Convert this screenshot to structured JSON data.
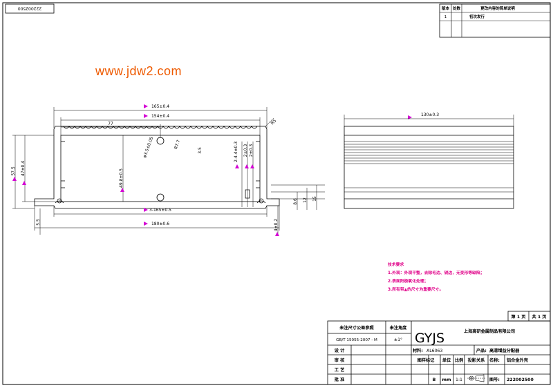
{
  "corner_drawing_no": "222002500",
  "watermark_url": "www.jdw2.com",
  "revision_table": {
    "headers": [
      "版本",
      "处数",
      "更改内容的简单说明"
    ],
    "rows": [
      [
        "1",
        "",
        "初次发行"
      ]
    ]
  },
  "dimensions": {
    "overall_top_width": "165±0.4",
    "inner_width": "154±0.4",
    "half_width": "77",
    "side_width": "130±0.3",
    "overall_bottom_width": "180±0.6",
    "hole_spacing": "3-165±0.5",
    "total_height": "57.5",
    "inner_height": "47±0.4",
    "center_height": "49.8±0.5",
    "arc_dim": "φ3.5±0.05",
    "arc_radius": "R7.7",
    "small_dim": "3.5",
    "slot_a": "2-4.4±0.3",
    "slot_b": "2±0.3",
    "slot_c": "2±0.3",
    "flange_height": "5.5",
    "flange_thickness": "4±0.2",
    "side_a": "8.6",
    "side_b": "12",
    "side_c": "15",
    "corner_label": "R5"
  },
  "tech_requirements": {
    "title": "技术要求",
    "items": [
      "1.外观：外观平整，去除毛边、锐边，无变形等缺陷；",
      "2.表面阳极氧化处理；",
      "3.所有带▲的尺寸为重要尺寸。"
    ]
  },
  "page_info": {
    "page_label": "第 1 页",
    "total_label": "共 1 页"
  },
  "tolerance_box": {
    "linear_header": "未注尺寸公差参照",
    "linear_value": "GB/T 15055-2007 - M",
    "angle_header": "未注角度",
    "angle_value": "±1°"
  },
  "signoff": [
    "设 计",
    "审 核",
    "工 艺",
    "批 准"
  ],
  "title_block": {
    "logo": "GYJS",
    "company": "上海高研金属制品有限公司",
    "material_label": "材料:",
    "material_value": "AL6063",
    "product_label": "产品:",
    "product_value": "高清增益分配器",
    "headers": [
      "图样标记",
      "单位",
      "比例",
      "投影关系"
    ],
    "mark_value": "B",
    "unit_value": "mm",
    "scale_value": "1:1",
    "name_label": "名称:",
    "name_value": "铝合金外壳",
    "drawing_no_label": "图号:",
    "drawing_no_value": "222002500"
  },
  "colors": {
    "line": "#000000",
    "dimension_marker": "#d400d4",
    "watermark": "#ee5a00",
    "requirement_text": "#e00088"
  }
}
